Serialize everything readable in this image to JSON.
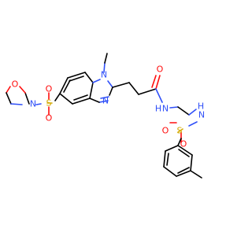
{
  "molecule": {
    "atoms": {
      "methyl_N": "N",
      "ring_N": "N",
      "amide_O": "O",
      "amide_N": "N",
      "amide_H": "H",
      "morph_O": "O",
      "morph_N": "N",
      "sulf1_S": "S",
      "sulf1_O1": "O",
      "sulf1_O2": "O",
      "sulfon_N": "N",
      "sulfon_H": "H",
      "sulf2_S": "S",
      "sulf2_O1": "O",
      "sulf2_O2": "O"
    },
    "colors": {
      "carbon": "#000000",
      "nitrogen": "#3050f8",
      "oxygen": "#ff0d0d",
      "sulfur": "#d4aa00"
    }
  }
}
